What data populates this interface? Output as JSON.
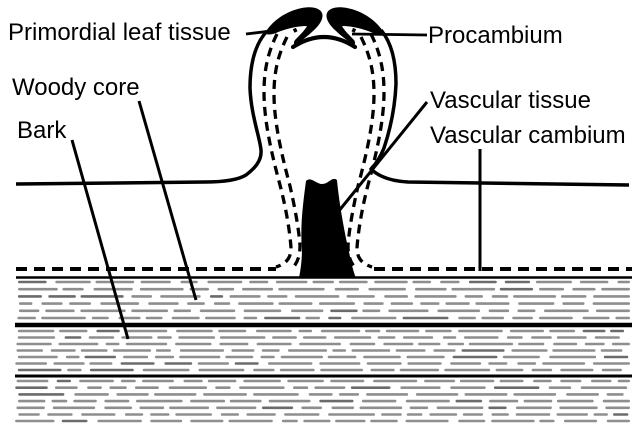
{
  "figure": {
    "background": "#ffffff",
    "ink": "#000000",
    "hatch_color": "#8e8e8e",
    "hatch_color_dark": "#6b6b6b",
    "labels": [
      {
        "id": "primordial-leaf-tissue",
        "text": "Primordial leaf tissue"
      },
      {
        "id": "procambium",
        "text": "Procambium"
      },
      {
        "id": "woody-core",
        "text": "Woody core"
      },
      {
        "id": "bark",
        "text": "Bark"
      },
      {
        "id": "vascular-tissue",
        "text": "Vascular tissue"
      },
      {
        "id": "vascular-cambium",
        "text": "Vascular cambium"
      }
    ]
  }
}
